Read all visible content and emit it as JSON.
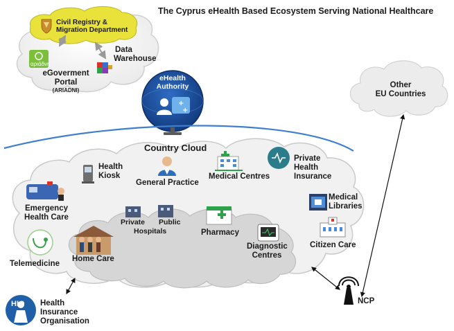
{
  "title": "The Cyprus eHealth Based Ecosystem Serving National Healthcare",
  "govt_cloud": {
    "registry_line1": "Civil Registry &",
    "registry_line2": "Migration Department",
    "portal_icon_text": "αριάδνη",
    "portal_line1": "eGoverment",
    "portal_line2": "Portal",
    "portal_sub": "(ARIADNI)",
    "warehouse_line1": "Data",
    "warehouse_line2": "Warehouse"
  },
  "authority": {
    "line1": "eHealth",
    "line2": "Authority"
  },
  "eu": {
    "line1": "Other",
    "line2": "EU Countries"
  },
  "country_cloud": {
    "title": "Country Cloud",
    "kiosk": [
      "Health",
      "Kiosk"
    ],
    "general_practice": "General Practice",
    "medical_centres": "Medical Centres",
    "private_health": [
      "Private",
      "Health",
      "Insurance"
    ],
    "emergency": [
      "Emergency",
      "Health Care"
    ],
    "medical_libraries": [
      "Medical",
      "Libraries"
    ],
    "private_hospitals": "Private",
    "public_hospitals": "Public",
    "hospitals": "Hospitals",
    "pharmacy": "Pharmacy",
    "diagnostic": [
      "Diagnostic",
      "Centres"
    ],
    "citizen_care": "Citizen Care",
    "telemedicine": "Telemedicine",
    "home_care": "Home Care"
  },
  "hio": {
    "logo": "HIO",
    "line1": "Health",
    "line2": "Insurance",
    "line3": "Organisation"
  },
  "ncp": "NCP",
  "colors": {
    "cloud_fill": "#f1f1f1",
    "cloud_stroke": "#c9c9c9",
    "registry_fill": "#e8e23a",
    "authority_blue": "#1f4f9c",
    "hio_blue": "#1f5fa8",
    "arc_blue": "#3f7fcf"
  }
}
